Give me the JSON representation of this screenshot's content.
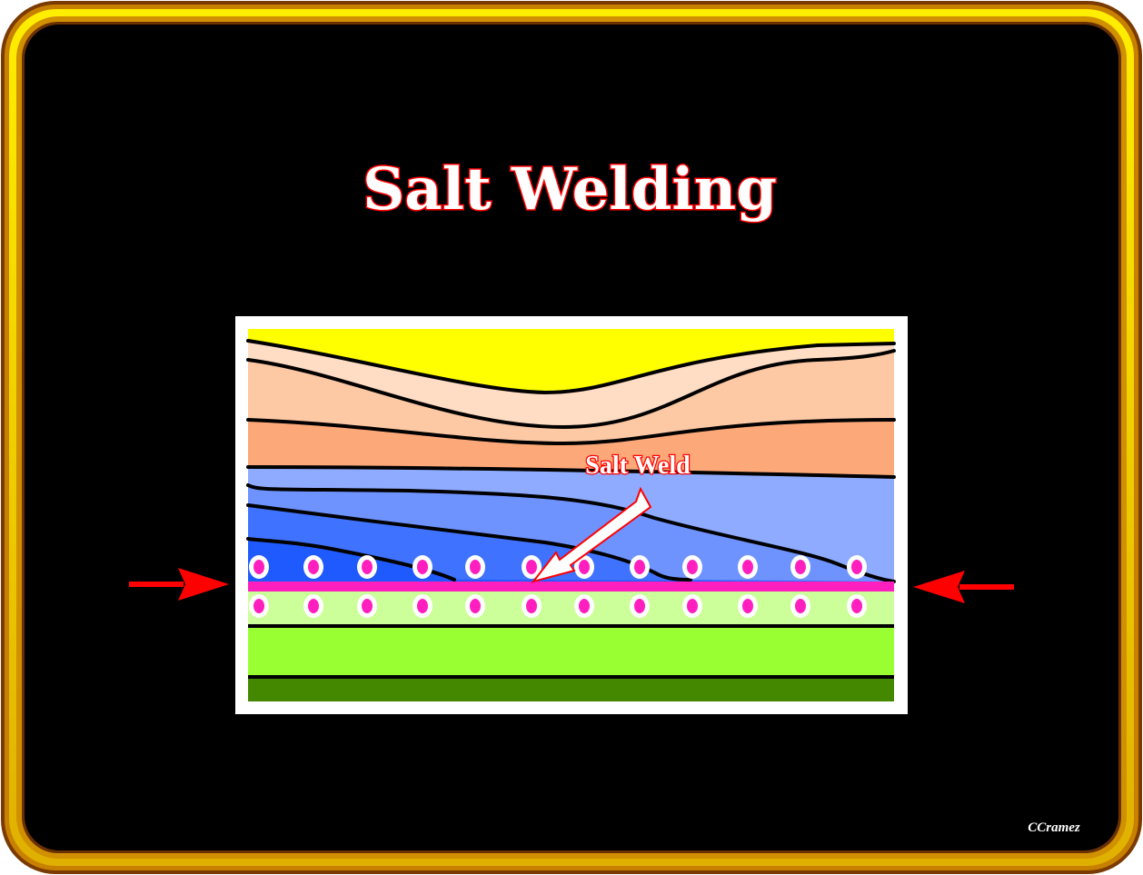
{
  "title": "Salt Welding",
  "diagram": {
    "label": "Salt Weld",
    "colors": {
      "top": "#ffff00",
      "peach_light": "#ffdcc4",
      "peach": "#fdc8a4",
      "orange": "#fda878",
      "blue_light": "#8fabff",
      "blue_mid": "#6e93ff",
      "blue": "#3f72ff",
      "blue_dark": "#1f5aff",
      "salt": "#ff1fbf",
      "green_light": "#ccff99",
      "green": "#99ff33",
      "green_dark": "#448800",
      "arrow": "#ff0000"
    }
  },
  "credit": "CCramez"
}
